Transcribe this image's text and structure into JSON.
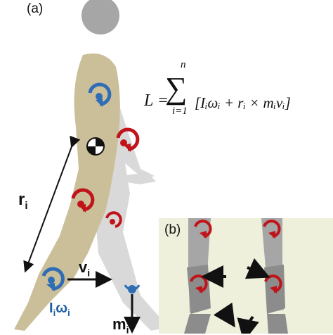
{
  "panels": {
    "a": "(a)",
    "b": "(b)"
  },
  "equation": {
    "lhs": "L =",
    "sum": "∑",
    "upper": "n",
    "lower": "i=1",
    "rhs": "[Iᵢωᵢ + rᵢ × mᵢvᵢ]"
  },
  "labels": {
    "r": "r",
    "r_sub": "i",
    "v": "v",
    "v_sub": "i",
    "I": "I",
    "I_sub": "i",
    "omega": "ω",
    "omega_sub": "i",
    "m": "m",
    "m_sub": "i"
  },
  "colors": {
    "figure_light": "#d9d9d9",
    "figure_dark": "#b3b3b3",
    "torso_highlight": "#cbbf99",
    "panel_b_bg": "#eef0dc",
    "panel_b_leg": "#a6a6a6",
    "panel_b_leg_dark": "#8c8c8c",
    "red_rotation": "#c0141a",
    "blue_rotation": "#2f6db5"
  },
  "icons": [
    "center-of-mass-icon",
    "rotation-arrow-icon",
    "mass-point-icon"
  ]
}
